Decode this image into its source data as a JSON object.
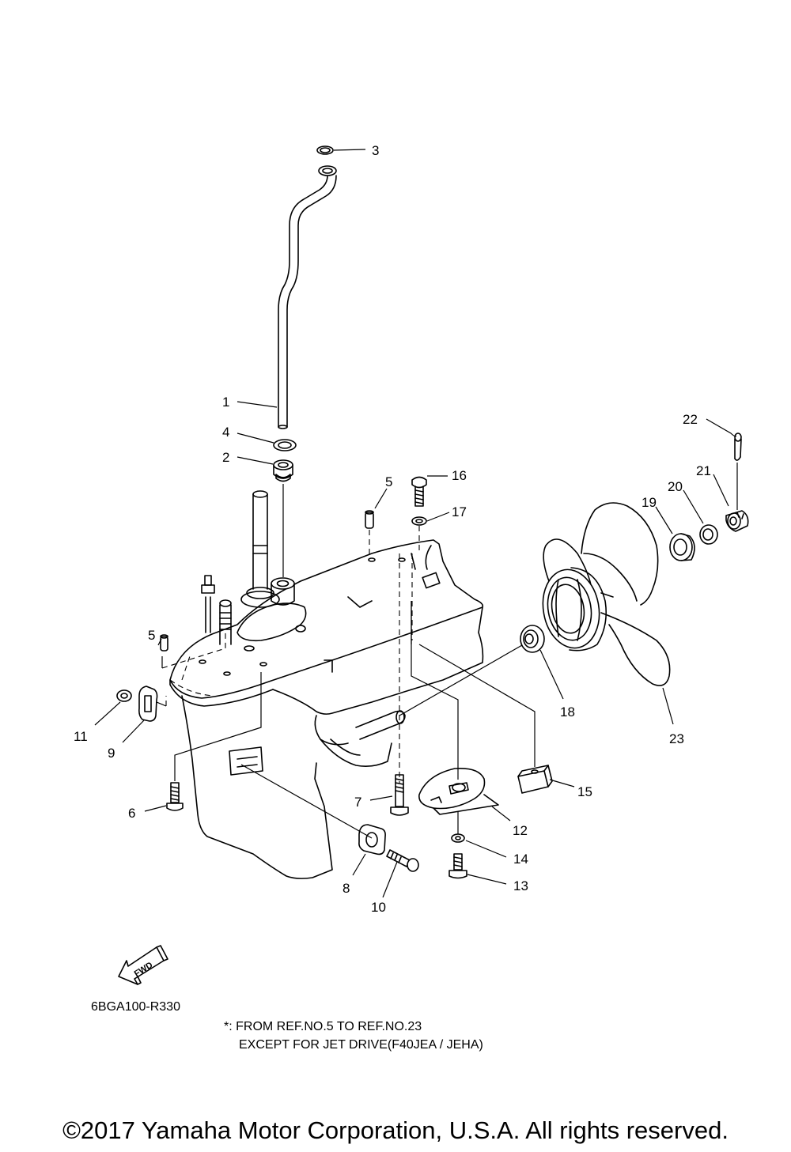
{
  "diagram": {
    "callouts": [
      "1",
      "2",
      "3",
      "4",
      "5",
      "5",
      "6",
      "7",
      "8",
      "9",
      "10",
      "11",
      "12",
      "13",
      "14",
      "15",
      "16",
      "17",
      "18",
      "19",
      "20",
      "21",
      "22",
      "23"
    ],
    "fwd_label": "FWD",
    "code": "6BGA100-R330",
    "note_line_1": "*: FROM REF.NO.5 TO REF.NO.23",
    "note_line_2": "EXCEPT FOR JET DRIVE(F40JEA / JEHA)",
    "copyright": "©2017 Yamaha Motor Corporation, U.S.A. All rights reserved."
  }
}
